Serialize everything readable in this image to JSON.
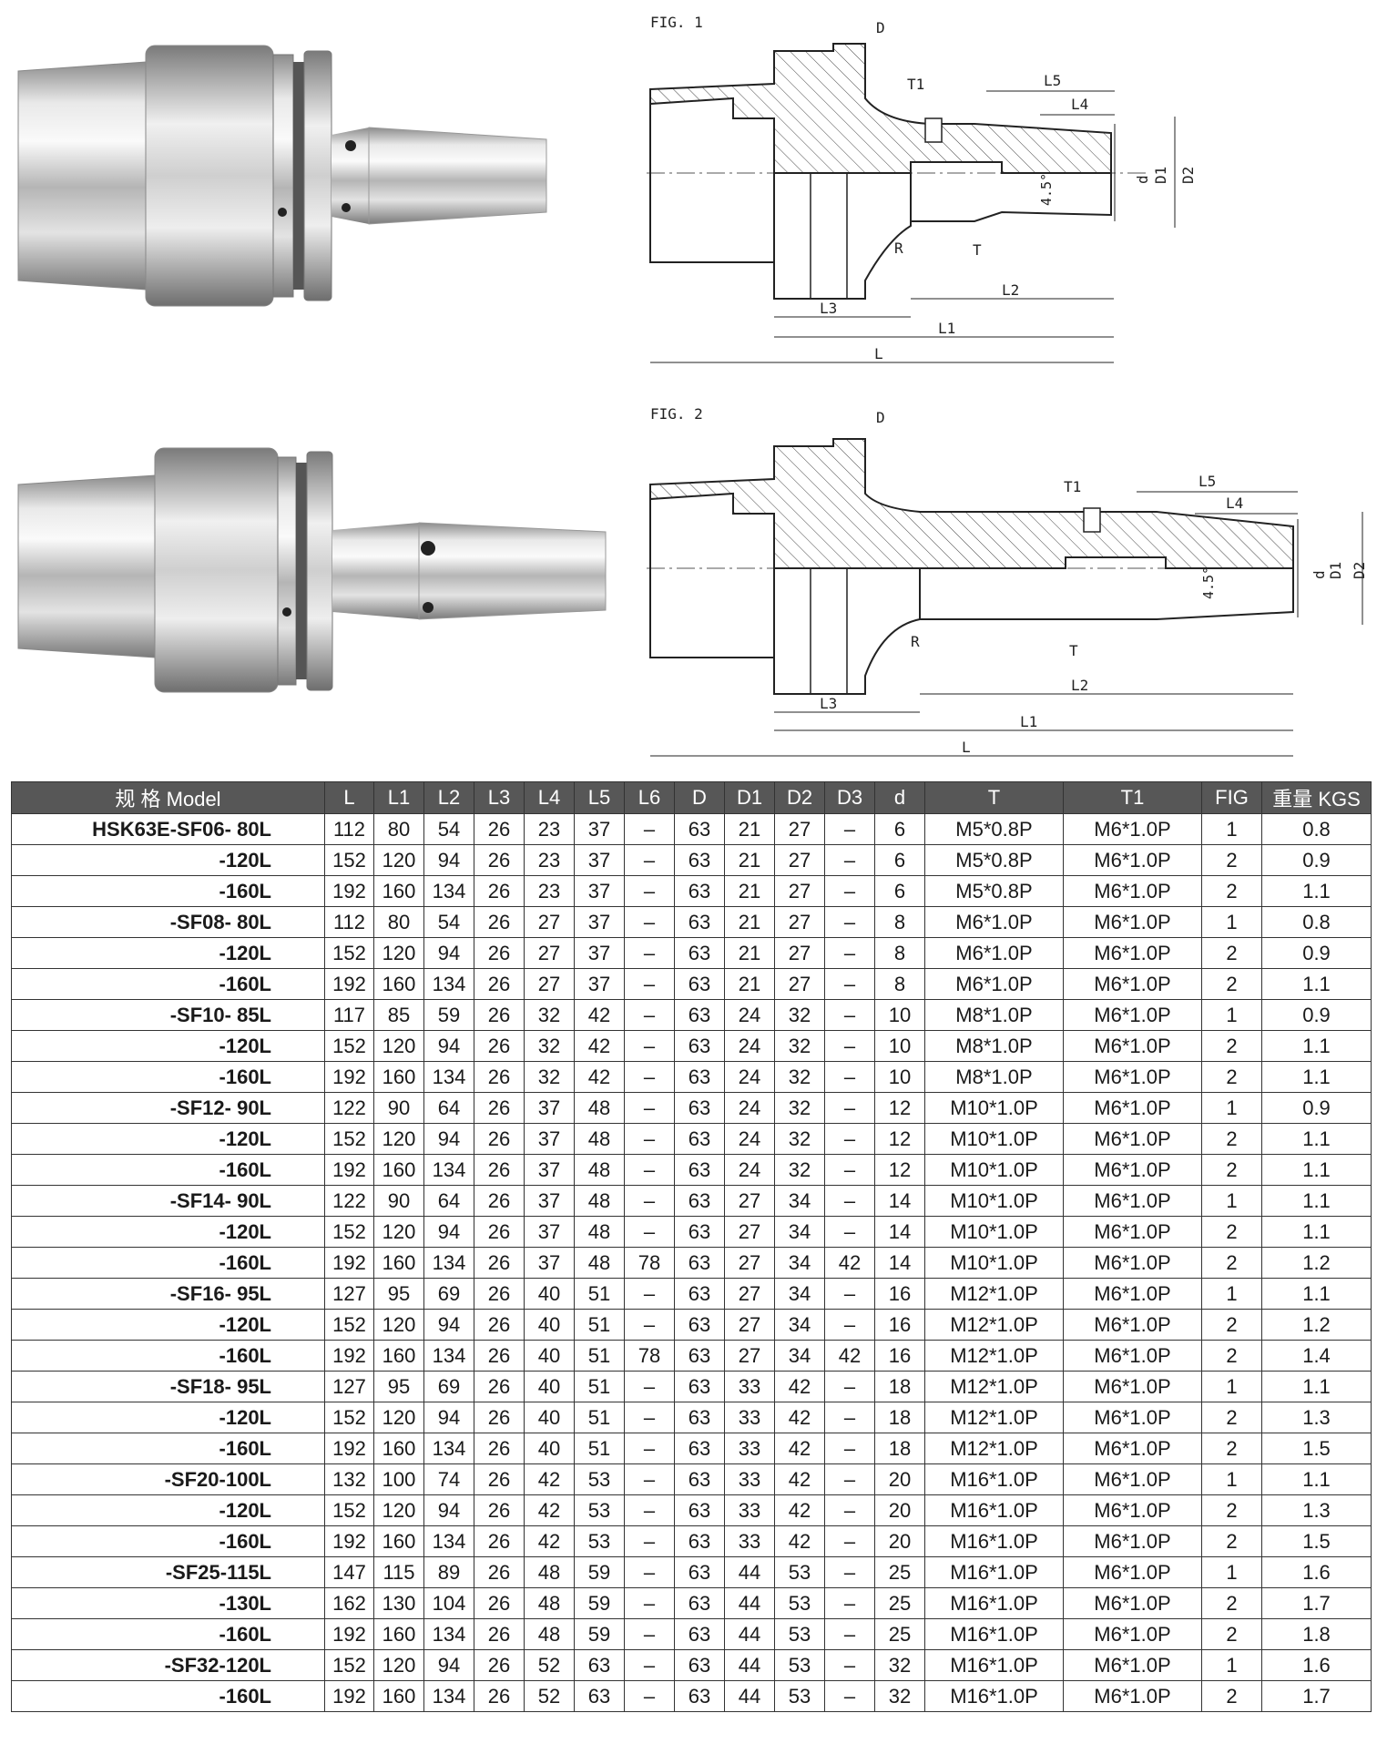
{
  "figures": {
    "fig1": {
      "label": "FIG. 1",
      "dims": {
        "D": "D",
        "T1": "T1",
        "L5": "L5",
        "L4": "L4",
        "d": "d",
        "D1": "D1",
        "D2": "D2",
        "angle": "4.5°",
        "R": "R",
        "T": "T",
        "L3": "L3",
        "L2": "L2",
        "L1": "L1",
        "L": "L"
      }
    },
    "fig2": {
      "label": "FIG. 2",
      "dims": {
        "D": "D",
        "T1": "T1",
        "L5": "L5",
        "L4": "L4",
        "d": "d",
        "D1": "D1",
        "D2": "D2",
        "angle": "4.5°",
        "R": "R",
        "T": "T",
        "L3": "L3",
        "L2": "L2",
        "L1": "L1",
        "L": "L"
      }
    }
  },
  "colors": {
    "header_bg": "#575757",
    "header_text": "#ffffff",
    "border": "#333333"
  },
  "table": {
    "headers": [
      "规 格 Model",
      "L",
      "L1",
      "L2",
      "L3",
      "L4",
      "L5",
      "L6",
      "D",
      "D1",
      "D2",
      "D3",
      "d",
      "T",
      "T1",
      "FIG",
      "重量 KGS"
    ],
    "rows": [
      [
        "HSK63E-SF06- 80L",
        "112",
        "80",
        "54",
        "26",
        "23",
        "37",
        "–",
        "63",
        "21",
        "27",
        "–",
        "6",
        "M5*0.8P",
        "M6*1.0P",
        "1",
        "0.8"
      ],
      [
        "-120L",
        "152",
        "120",
        "94",
        "26",
        "23",
        "37",
        "–",
        "63",
        "21",
        "27",
        "–",
        "6",
        "M5*0.8P",
        "M6*1.0P",
        "2",
        "0.9"
      ],
      [
        "-160L",
        "192",
        "160",
        "134",
        "26",
        "23",
        "37",
        "–",
        "63",
        "21",
        "27",
        "–",
        "6",
        "M5*0.8P",
        "M6*1.0P",
        "2",
        "1.1"
      ],
      [
        "-SF08- 80L",
        "112",
        "80",
        "54",
        "26",
        "27",
        "37",
        "–",
        "63",
        "21",
        "27",
        "–",
        "8",
        "M6*1.0P",
        "M6*1.0P",
        "1",
        "0.8"
      ],
      [
        "-120L",
        "152",
        "120",
        "94",
        "26",
        "27",
        "37",
        "–",
        "63",
        "21",
        "27",
        "–",
        "8",
        "M6*1.0P",
        "M6*1.0P",
        "2",
        "0.9"
      ],
      [
        "-160L",
        "192",
        "160",
        "134",
        "26",
        "27",
        "37",
        "–",
        "63",
        "21",
        "27",
        "–",
        "8",
        "M6*1.0P",
        "M6*1.0P",
        "2",
        "1.1"
      ],
      [
        "-SF10- 85L",
        "117",
        "85",
        "59",
        "26",
        "32",
        "42",
        "–",
        "63",
        "24",
        "32",
        "–",
        "10",
        "M8*1.0P",
        "M6*1.0P",
        "1",
        "0.9"
      ],
      [
        "-120L",
        "152",
        "120",
        "94",
        "26",
        "32",
        "42",
        "–",
        "63",
        "24",
        "32",
        "–",
        "10",
        "M8*1.0P",
        "M6*1.0P",
        "2",
        "1.1"
      ],
      [
        "-160L",
        "192",
        "160",
        "134",
        "26",
        "32",
        "42",
        "–",
        "63",
        "24",
        "32",
        "–",
        "10",
        "M8*1.0P",
        "M6*1.0P",
        "2",
        "1.1"
      ],
      [
        "-SF12- 90L",
        "122",
        "90",
        "64",
        "26",
        "37",
        "48",
        "–",
        "63",
        "24",
        "32",
        "–",
        "12",
        "M10*1.0P",
        "M6*1.0P",
        "1",
        "0.9"
      ],
      [
        "-120L",
        "152",
        "120",
        "94",
        "26",
        "37",
        "48",
        "–",
        "63",
        "24",
        "32",
        "–",
        "12",
        "M10*1.0P",
        "M6*1.0P",
        "2",
        "1.1"
      ],
      [
        "-160L",
        "192",
        "160",
        "134",
        "26",
        "37",
        "48",
        "–",
        "63",
        "24",
        "32",
        "–",
        "12",
        "M10*1.0P",
        "M6*1.0P",
        "2",
        "1.1"
      ],
      [
        "-SF14- 90L",
        "122",
        "90",
        "64",
        "26",
        "37",
        "48",
        "–",
        "63",
        "27",
        "34",
        "–",
        "14",
        "M10*1.0P",
        "M6*1.0P",
        "1",
        "1.1"
      ],
      [
        "-120L",
        "152",
        "120",
        "94",
        "26",
        "37",
        "48",
        "–",
        "63",
        "27",
        "34",
        "–",
        "14",
        "M10*1.0P",
        "M6*1.0P",
        "2",
        "1.1"
      ],
      [
        "-160L",
        "192",
        "160",
        "134",
        "26",
        "37",
        "48",
        "78",
        "63",
        "27",
        "34",
        "42",
        "14",
        "M10*1.0P",
        "M6*1.0P",
        "2",
        "1.2"
      ],
      [
        "-SF16- 95L",
        "127",
        "95",
        "69",
        "26",
        "40",
        "51",
        "–",
        "63",
        "27",
        "34",
        "–",
        "16",
        "M12*1.0P",
        "M6*1.0P",
        "1",
        "1.1"
      ],
      [
        "-120L",
        "152",
        "120",
        "94",
        "26",
        "40",
        "51",
        "–",
        "63",
        "27",
        "34",
        "–",
        "16",
        "M12*1.0P",
        "M6*1.0P",
        "2",
        "1.2"
      ],
      [
        "-160L",
        "192",
        "160",
        "134",
        "26",
        "40",
        "51",
        "78",
        "63",
        "27",
        "34",
        "42",
        "16",
        "M12*1.0P",
        "M6*1.0P",
        "2",
        "1.4"
      ],
      [
        "-SF18- 95L",
        "127",
        "95",
        "69",
        "26",
        "40",
        "51",
        "–",
        "63",
        "33",
        "42",
        "–",
        "18",
        "M12*1.0P",
        "M6*1.0P",
        "1",
        "1.1"
      ],
      [
        "-120L",
        "152",
        "120",
        "94",
        "26",
        "40",
        "51",
        "–",
        "63",
        "33",
        "42",
        "–",
        "18",
        "M12*1.0P",
        "M6*1.0P",
        "2",
        "1.3"
      ],
      [
        "-160L",
        "192",
        "160",
        "134",
        "26",
        "40",
        "51",
        "–",
        "63",
        "33",
        "42",
        "–",
        "18",
        "M12*1.0P",
        "M6*1.0P",
        "2",
        "1.5"
      ],
      [
        "-SF20-100L",
        "132",
        "100",
        "74",
        "26",
        "42",
        "53",
        "–",
        "63",
        "33",
        "42",
        "–",
        "20",
        "M16*1.0P",
        "M6*1.0P",
        "1",
        "1.1"
      ],
      [
        "-120L",
        "152",
        "120",
        "94",
        "26",
        "42",
        "53",
        "–",
        "63",
        "33",
        "42",
        "–",
        "20",
        "M16*1.0P",
        "M6*1.0P",
        "2",
        "1.3"
      ],
      [
        "-160L",
        "192",
        "160",
        "134",
        "26",
        "42",
        "53",
        "–",
        "63",
        "33",
        "42",
        "–",
        "20",
        "M16*1.0P",
        "M6*1.0P",
        "2",
        "1.5"
      ],
      [
        "-SF25-115L",
        "147",
        "115",
        "89",
        "26",
        "48",
        "59",
        "–",
        "63",
        "44",
        "53",
        "–",
        "25",
        "M16*1.0P",
        "M6*1.0P",
        "1",
        "1.6"
      ],
      [
        "-130L",
        "162",
        "130",
        "104",
        "26",
        "48",
        "59",
        "–",
        "63",
        "44",
        "53",
        "–",
        "25",
        "M16*1.0P",
        "M6*1.0P",
        "2",
        "1.7"
      ],
      [
        "-160L",
        "192",
        "160",
        "134",
        "26",
        "48",
        "59",
        "–",
        "63",
        "44",
        "53",
        "–",
        "25",
        "M16*1.0P",
        "M6*1.0P",
        "2",
        "1.8"
      ],
      [
        "-SF32-120L",
        "152",
        "120",
        "94",
        "26",
        "52",
        "63",
        "–",
        "63",
        "44",
        "53",
        "–",
        "32",
        "M16*1.0P",
        "M6*1.0P",
        "1",
        "1.6"
      ],
      [
        "-160L",
        "192",
        "160",
        "134",
        "26",
        "52",
        "63",
        "–",
        "63",
        "44",
        "53",
        "–",
        "32",
        "M16*1.0P",
        "M6*1.0P",
        "2",
        "1.7"
      ]
    ]
  }
}
